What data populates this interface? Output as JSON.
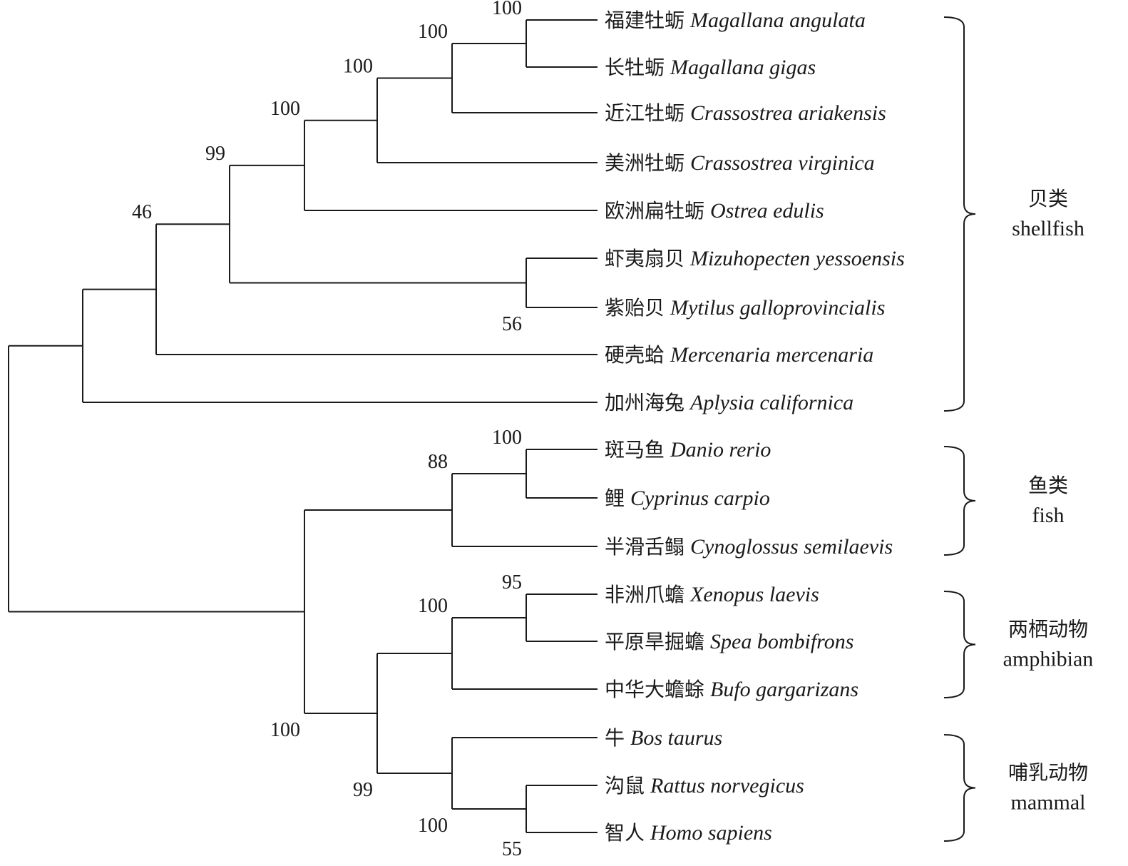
{
  "taxa": [
    {
      "id": "t0",
      "cn": "福建牡蛎",
      "sci": "Magallana angulata"
    },
    {
      "id": "t1",
      "cn": "长牡蛎",
      "sci": "Magallana gigas"
    },
    {
      "id": "t2",
      "cn": "近江牡蛎",
      "sci": "Crassostrea ariakensis"
    },
    {
      "id": "t3",
      "cn": "美洲牡蛎",
      "sci": "Crassostrea virginica"
    },
    {
      "id": "t4",
      "cn": "欧洲扁牡蛎",
      "sci": "Ostrea edulis"
    },
    {
      "id": "t5",
      "cn": "虾夷扇贝",
      "sci": "Mizuhopecten yessoensis"
    },
    {
      "id": "t6",
      "cn": "紫贻贝",
      "sci": "Mytilus galloprovincialis"
    },
    {
      "id": "t7",
      "cn": "硬壳蛤",
      "sci": "Mercenaria mercenaria"
    },
    {
      "id": "t8",
      "cn": "加州海兔",
      "sci": "Aplysia californica"
    },
    {
      "id": "t9",
      "cn": "斑马鱼",
      "sci": "Danio rerio"
    },
    {
      "id": "t10",
      "cn": "鲤",
      "sci": "Cyprinus carpio"
    },
    {
      "id": "t11",
      "cn": "半滑舌鳎",
      "sci": "Cynoglossus semilaevis"
    },
    {
      "id": "t12",
      "cn": "非洲爪蟾",
      "sci": "Xenopus laevis"
    },
    {
      "id": "t13",
      "cn": "平原旱掘蟾",
      "sci": "Spea bombifrons"
    },
    {
      "id": "t14",
      "cn": "中华大蟾蜍",
      "sci": "Bufo gargarizans"
    },
    {
      "id": "t15",
      "cn": "牛",
      "sci": "Bos taurus"
    },
    {
      "id": "t16",
      "cn": "沟鼠",
      "sci": "Rattus norvegicus"
    },
    {
      "id": "t17",
      "cn": "智人",
      "sci": "Homo sapiens"
    }
  ],
  "clades": [
    {
      "id": "n_mag",
      "children": [
        "t0",
        "t1"
      ],
      "support": "100"
    },
    {
      "id": "n_mag_ari",
      "children": [
        "n_mag",
        "t2"
      ],
      "support": "100"
    },
    {
      "id": "n_cras",
      "children": [
        "n_mag_ari",
        "t3"
      ],
      "support": "100"
    },
    {
      "id": "n_ostr",
      "children": [
        "n_cras",
        "t4"
      ],
      "support": "100"
    },
    {
      "id": "n_scal_mus",
      "children": [
        "t5",
        "t6"
      ],
      "support": "56"
    },
    {
      "id": "n_biv",
      "children": [
        "n_ostr",
        "n_scal_mus"
      ],
      "support": "99"
    },
    {
      "id": "n_biv_clam",
      "children": [
        "n_biv",
        "t7"
      ],
      "support": "46"
    },
    {
      "id": "n_moll",
      "children": [
        "n_biv_clam",
        "t8"
      ],
      "support": ""
    },
    {
      "id": "n_cypr",
      "children": [
        "t9",
        "t10"
      ],
      "support": "100"
    },
    {
      "id": "n_fish",
      "children": [
        "n_cypr",
        "t11"
      ],
      "support": "88"
    },
    {
      "id": "n_frog",
      "children": [
        "t12",
        "t13"
      ],
      "support": "95"
    },
    {
      "id": "n_amph",
      "children": [
        "n_frog",
        "t14"
      ],
      "support": "100"
    },
    {
      "id": "n_rat_hom",
      "children": [
        "t16",
        "t17"
      ],
      "support": "55"
    },
    {
      "id": "n_mamm",
      "children": [
        "t15",
        "n_rat_hom"
      ],
      "support": "100"
    },
    {
      "id": "n_tetra",
      "children": [
        "n_amph",
        "n_mamm"
      ],
      "support": "99"
    },
    {
      "id": "n_vert",
      "children": [
        "n_fish",
        "n_tetra"
      ],
      "support": "100"
    },
    {
      "id": "n_root",
      "children": [
        "n_moll",
        "n_vert"
      ],
      "support": ""
    }
  ],
  "groups": [
    {
      "cn": "贝类",
      "en": "shellfish",
      "first": "t0",
      "last": "t8"
    },
    {
      "cn": "鱼类",
      "en": "fish",
      "first": "t9",
      "last": "t11"
    },
    {
      "cn": "两栖动物",
      "en": "amphibian",
      "first": "t12",
      "last": "t14"
    },
    {
      "cn": "哺乳动物",
      "en": "mammal",
      "first": "t15",
      "last": "t17"
    }
  ]
}
